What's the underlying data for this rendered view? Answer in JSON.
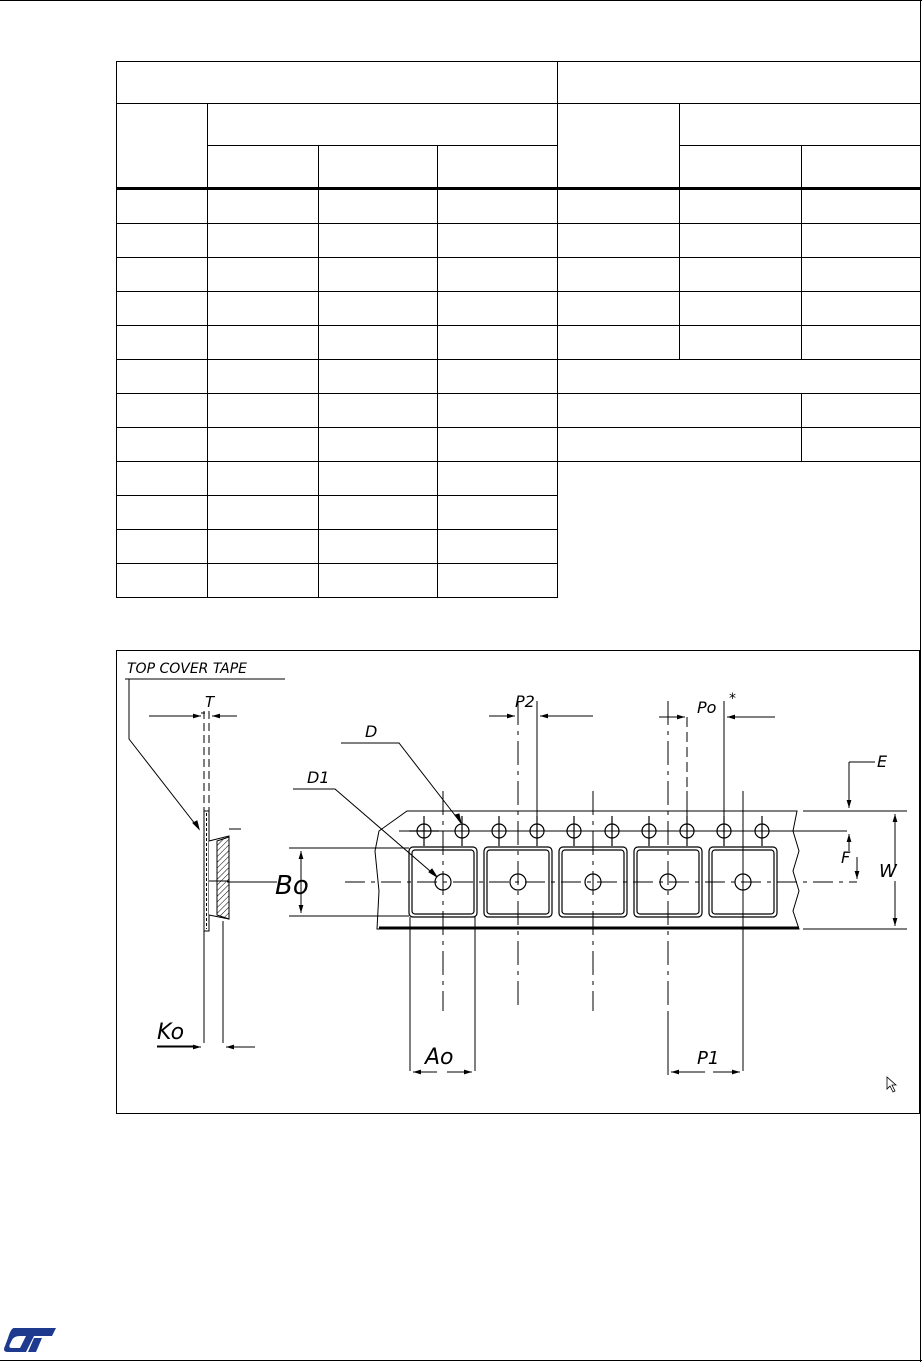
{
  "drawing": {
    "labels": {
      "top_cover_tape": "TOP COVER TAPE",
      "t": "T",
      "ko": "Ko",
      "bo": "Bo",
      "d": "D",
      "d1": "D1",
      "p2": "P2",
      "po": "Po",
      "po_mark": "*",
      "e": "E",
      "f": "F",
      "w": "W",
      "ao": "Ao",
      "p1": "P1"
    }
  },
  "logo": {
    "name": "st-logo",
    "color": "#1d3a8f"
  }
}
